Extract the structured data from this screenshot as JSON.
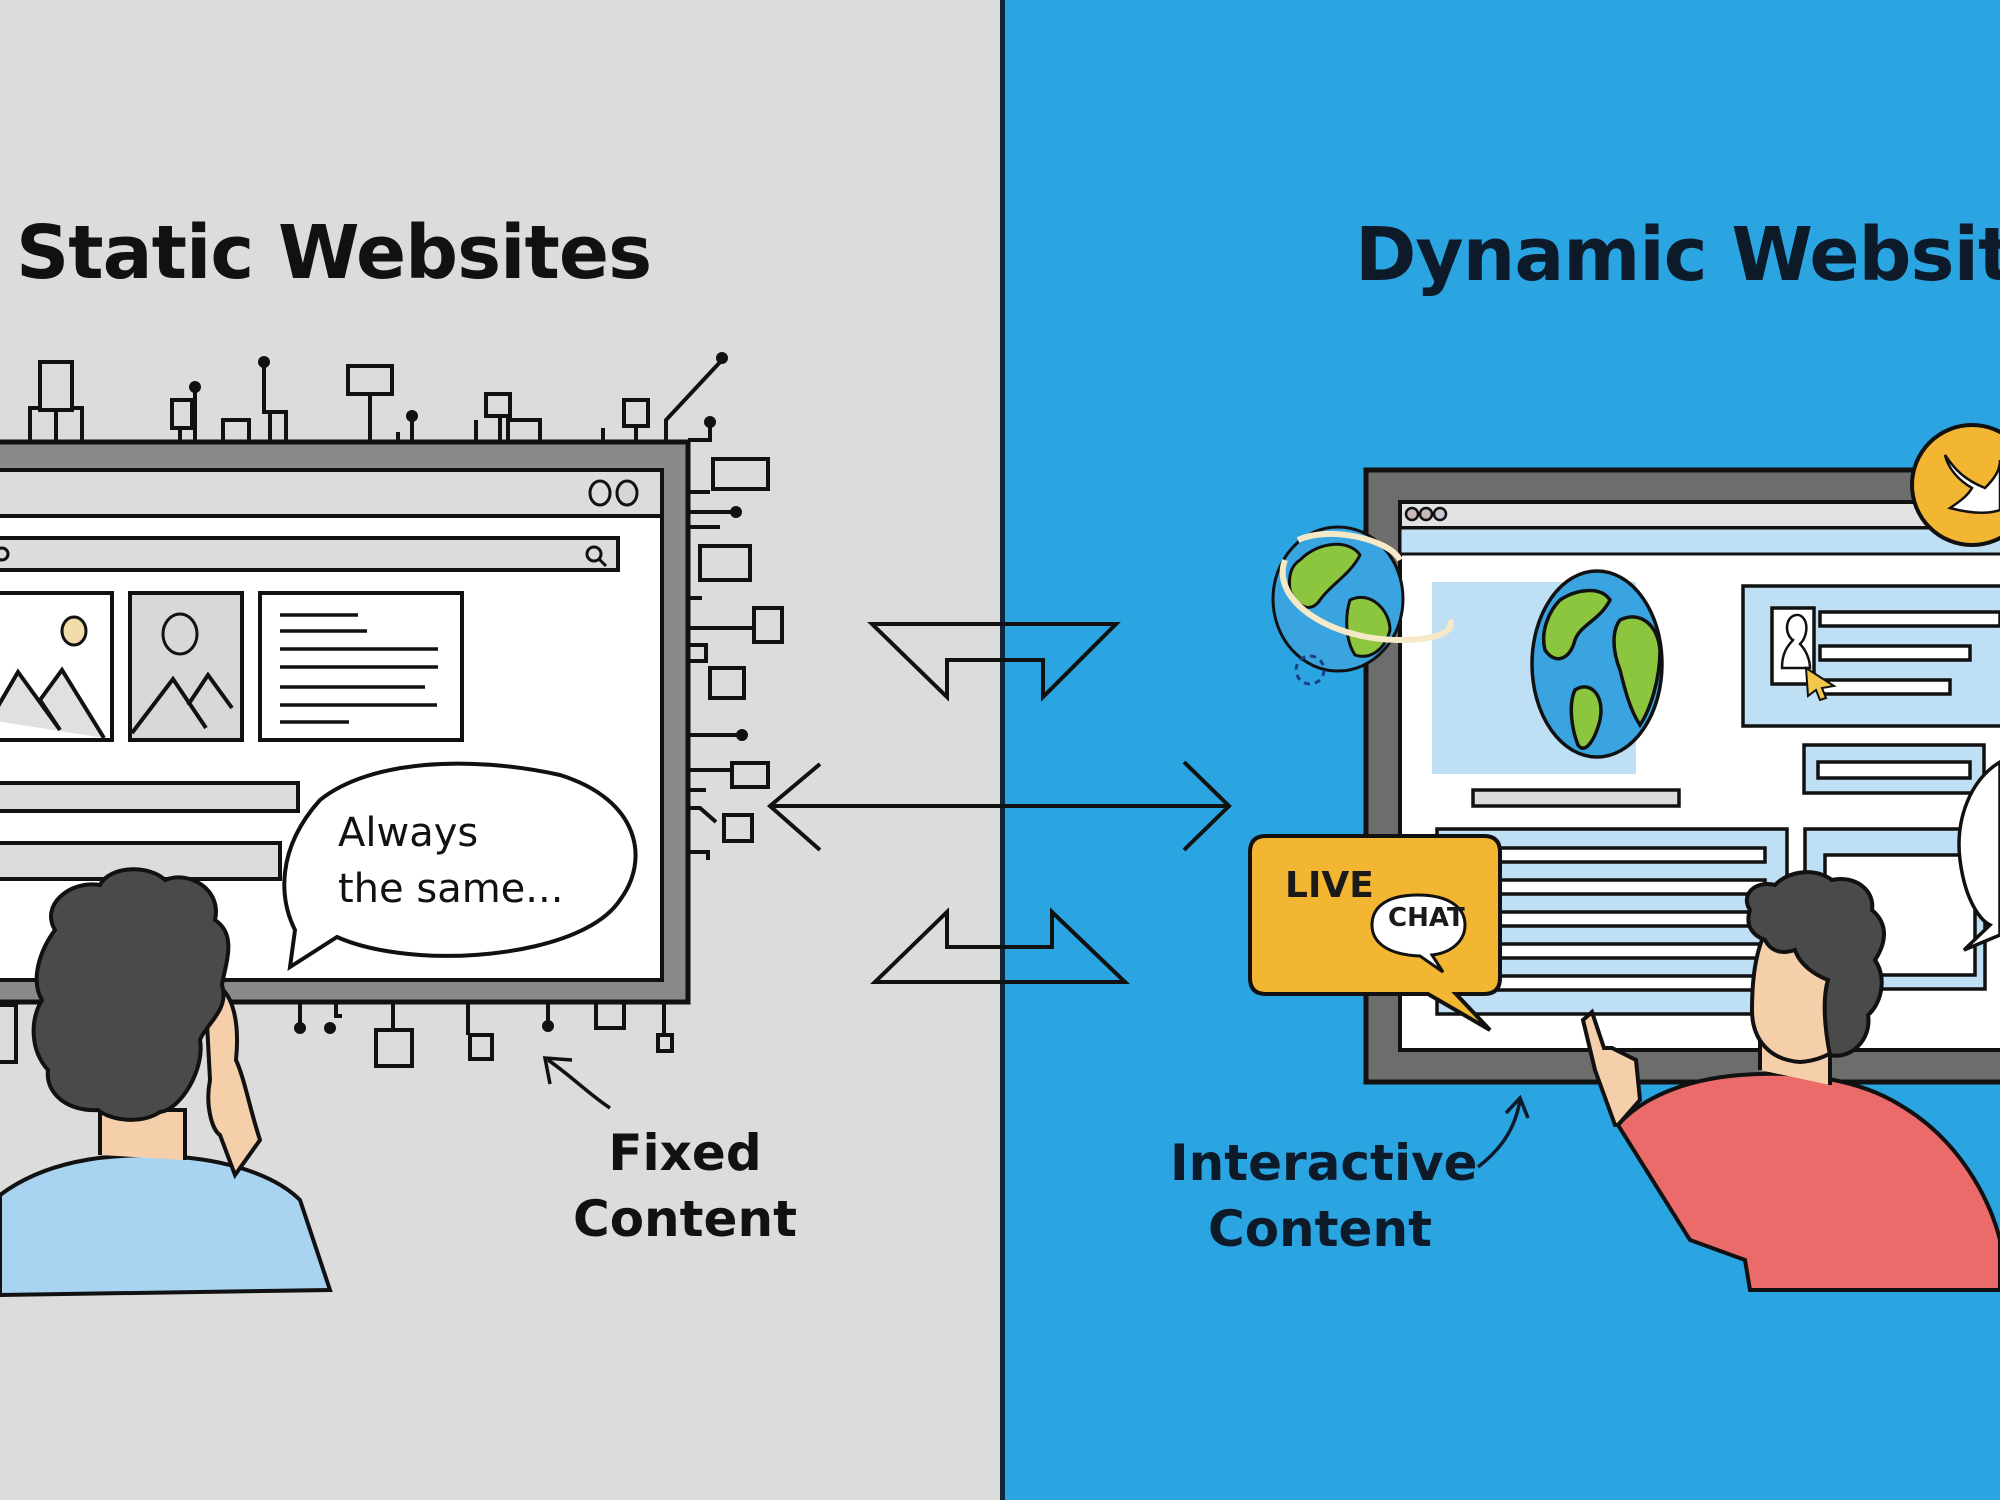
{
  "left": {
    "title": "Static Websites",
    "speech_bubble": {
      "line1": "Always",
      "line2": "the same..."
    },
    "label": {
      "line1": "Fixed",
      "line2": "Content"
    },
    "background": "#dcdcdc",
    "icons": [
      "browser-window",
      "image-placeholder",
      "search-icon",
      "text-block",
      "circuit-traces",
      "person-thinking"
    ]
  },
  "right": {
    "title": "Dynamic Website",
    "chat_badge": {
      "primary": "LIVE",
      "secondary": "CHAT"
    },
    "label": {
      "line1": "Interactive",
      "line2": "Content"
    },
    "background": "#2ba4e2",
    "accent": "#f2b632",
    "icons": [
      "browser-window",
      "globe",
      "orbiting-globe",
      "profile-card",
      "cursor",
      "bird-badge",
      "person-pointing"
    ]
  },
  "center": {
    "arrows": [
      "exchange-arrow-top",
      "double-arrow-middle",
      "exchange-arrow-bottom"
    ]
  }
}
